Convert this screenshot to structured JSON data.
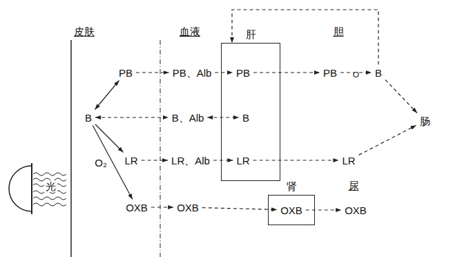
{
  "diagram": {
    "nodes": [
      {
        "text": [
          "B"
        ]
      },
      {
        "text": [
          "PB"
        ]
      },
      {
        "text": [
          "LR"
        ]
      },
      {
        "text": [
          "OXB"
        ]
      },
      {
        "text": [
          "PB、Alb"
        ]
      },
      {
        "text": [
          "B、Alb"
        ]
      },
      {
        "text": [
          "LR、Alb"
        ]
      },
      {
        "text": [
          "OXB"
        ]
      },
      {
        "text": [
          "肝"
        ]
      },
      {
        "text": [
          "PB"
        ],
        "in": 8
      },
      {
        "text": [
          "B"
        ],
        "in": 8
      },
      {
        "text": [
          "LR"
        ],
        "in": 8
      },
      {
        "text": [
          "肾"
        ]
      },
      {
        "text": [
          "OXB"
        ],
        "in": 12
      },
      {
        "text": [
          "PB"
        ]
      },
      {
        "text": [
          "B"
        ]
      },
      {
        "text": [
          "LR"
        ]
      },
      {
        "text": [
          "OXB"
        ]
      },
      {
        "text": [
          "肠"
        ]
      }
    ],
    "edges": [
      {
        "from": 0,
        "to": 1,
        "arrow": "both"
      },
      {
        "from": 0,
        "to": 5,
        "arrow": "both"
      },
      {
        "from": 0,
        "to": 2,
        "arrow": "to"
      },
      {
        "from": 0,
        "to": 3,
        "arrow": "to",
        "label": "O₂"
      },
      {
        "from": 1,
        "to": 4,
        "arrow": "to"
      },
      {
        "from": 4,
        "to": 9,
        "arrow": "to"
      },
      {
        "from": 9,
        "to": 14,
        "arrow": "to"
      },
      {
        "from": 14,
        "to": 15,
        "arrow": "to"
      },
      {
        "from": 15,
        "to": 18,
        "arrow": "to"
      },
      {
        "from": 15,
        "to": 8,
        "arrow": "to"
      },
      {
        "from": 5,
        "to": 10,
        "arrow": "both"
      },
      {
        "from": 2,
        "to": 6,
        "arrow": "to"
      },
      {
        "from": 6,
        "to": 11,
        "arrow": "to"
      },
      {
        "from": 11,
        "to": 16,
        "arrow": "to"
      },
      {
        "from": 16,
        "to": 18,
        "arrow": "to"
      },
      {
        "from": 3,
        "to": 7,
        "arrow": "to"
      },
      {
        "from": 7,
        "to": 13,
        "arrow": "to"
      },
      {
        "from": 13,
        "to": 17,
        "arrow": "to"
      }
    ],
    "labels": [
      "光",
      "皮肤",
      "血液",
      "胆",
      "尿"
    ]
  }
}
